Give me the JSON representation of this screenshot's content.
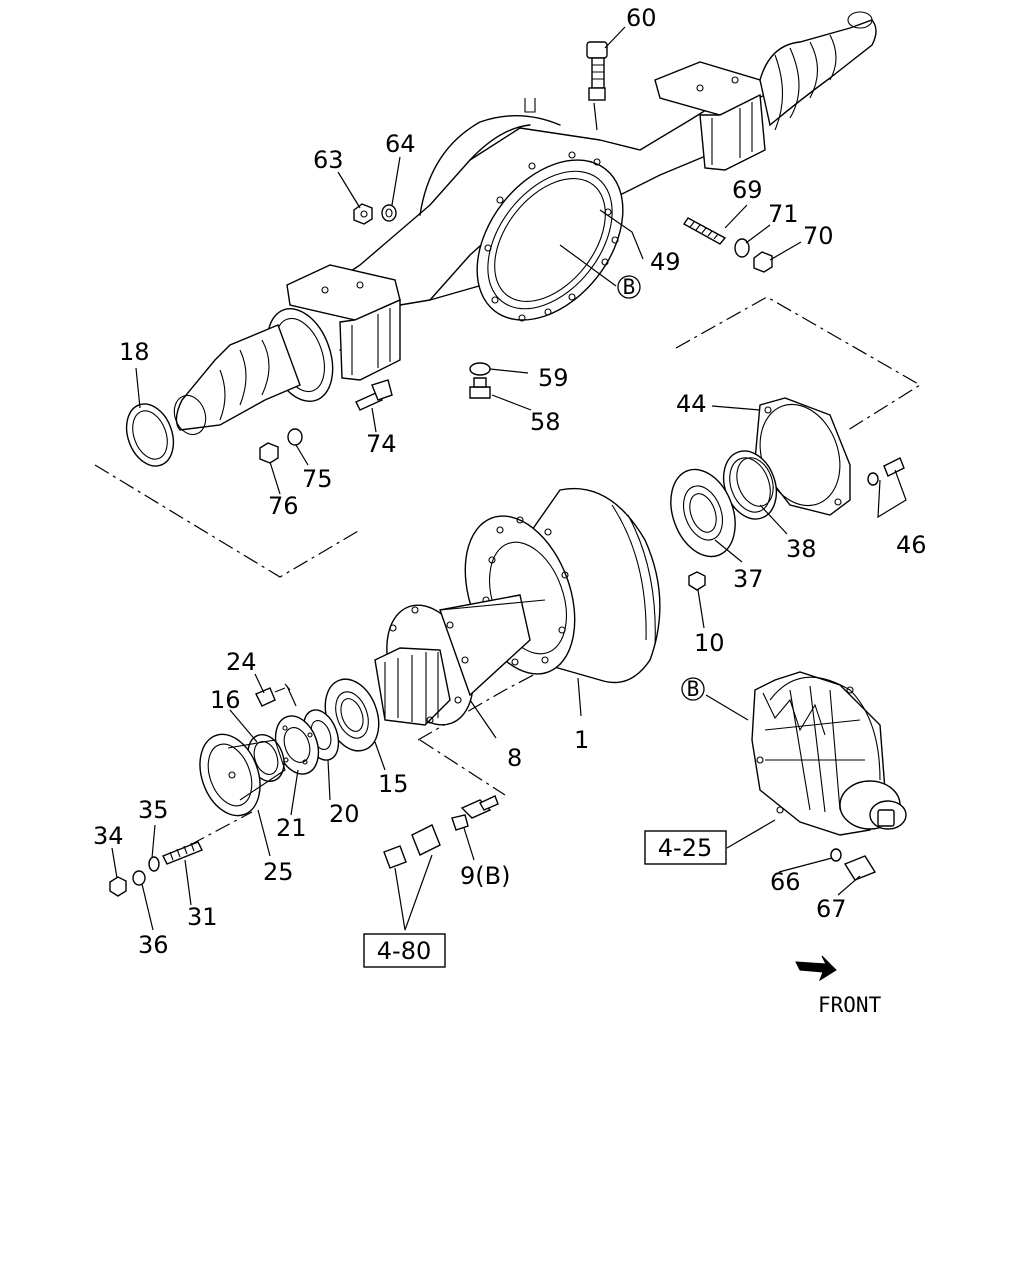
{
  "labels": {
    "p60": "60",
    "p63": "63",
    "p64": "64",
    "p69": "69",
    "p71": "71",
    "p70": "70",
    "p49": "49",
    "p18": "18",
    "p59": "59",
    "p58": "58",
    "p74": "74",
    "p75": "75",
    "p76": "76",
    "p44": "44",
    "p46": "46",
    "p38": "38",
    "p37": "37",
    "p10": "10",
    "p24": "24",
    "p16": "16",
    "p8": "8",
    "p1": "1",
    "p15": "15",
    "p20": "20",
    "p21": "21",
    "p25": "25",
    "p35": "35",
    "p34": "34",
    "p31": "31",
    "p36": "36",
    "p9b": "9(B)",
    "p66": "66",
    "p67": "67"
  },
  "circled_labels": {
    "b_upper": "B",
    "b_lower": "B"
  },
  "ref_boxes": {
    "ref_4_25": "4-25",
    "ref_4_80": "4-80"
  },
  "front_label": "FRONT"
}
